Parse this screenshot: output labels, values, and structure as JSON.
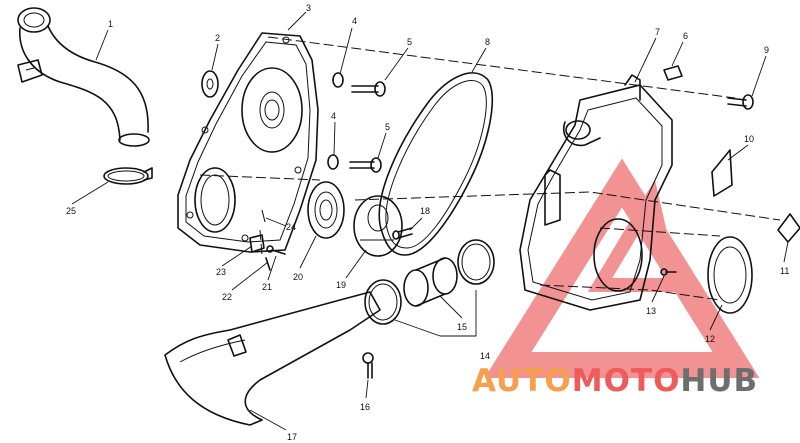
{
  "callouts": [
    {
      "id": "1",
      "text": "1"
    },
    {
      "id": "2",
      "text": "2"
    },
    {
      "id": "3",
      "text": "3"
    },
    {
      "id": "4a",
      "text": "4"
    },
    {
      "id": "5a",
      "text": "5"
    },
    {
      "id": "4b",
      "text": "4"
    },
    {
      "id": "5b",
      "text": "5"
    },
    {
      "id": "6",
      "text": "6"
    },
    {
      "id": "7",
      "text": "7"
    },
    {
      "id": "8",
      "text": "8"
    },
    {
      "id": "9",
      "text": "9"
    },
    {
      "id": "10",
      "text": "10"
    },
    {
      "id": "11",
      "text": "11"
    },
    {
      "id": "12",
      "text": "12"
    },
    {
      "id": "13",
      "text": "13"
    },
    {
      "id": "14",
      "text": "14"
    },
    {
      "id": "15",
      "text": "15"
    },
    {
      "id": "16",
      "text": "16"
    },
    {
      "id": "17",
      "text": "17"
    },
    {
      "id": "18",
      "text": "18"
    },
    {
      "id": "19",
      "text": "19"
    },
    {
      "id": "20",
      "text": "20"
    },
    {
      "id": "21",
      "text": "21"
    },
    {
      "id": "22",
      "text": "22"
    },
    {
      "id": "23",
      "text": "23"
    },
    {
      "id": "24",
      "text": "24"
    },
    {
      "id": "25",
      "text": "25"
    }
  ],
  "watermark": {
    "part1": "AUTO",
    "part2": "MOTO",
    "part3": "HUB",
    "color_orange": "#f6a04d",
    "color_red": "#ef5a5a",
    "color_gray": "#6e6e6e"
  }
}
